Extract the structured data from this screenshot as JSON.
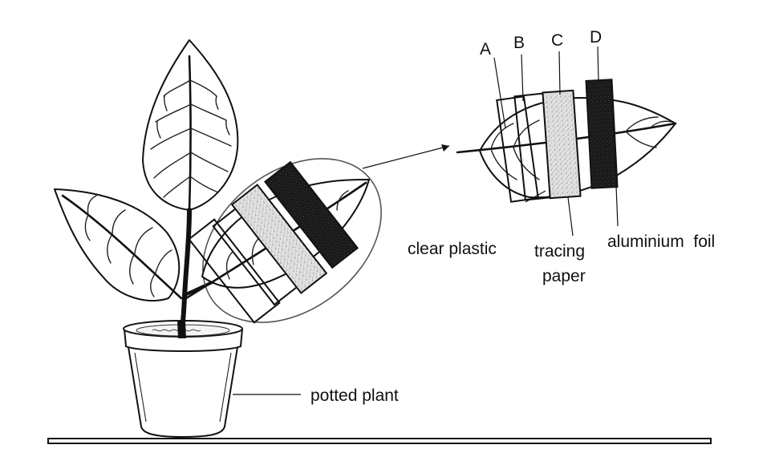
{
  "labels": {
    "strip_a": "A",
    "strip_b": "B",
    "strip_c": "C",
    "strip_d": "D",
    "clear_plastic": "clear plastic",
    "tracing_paper_line1": "tracing",
    "tracing_paper_line2": "paper",
    "aluminium_foil": "aluminium  foil",
    "potted_plant": "potted plant"
  },
  "colors": {
    "ink": "#111111",
    "background": "#ffffff",
    "tracing_paper": "#d8d8d8",
    "aluminium_foil": "#1c1c1c",
    "clear_plastic": "#ffffff"
  },
  "icons": {
    "plant": "potted-plant-illustration",
    "detail": "enlarged-leaf-illustration"
  }
}
